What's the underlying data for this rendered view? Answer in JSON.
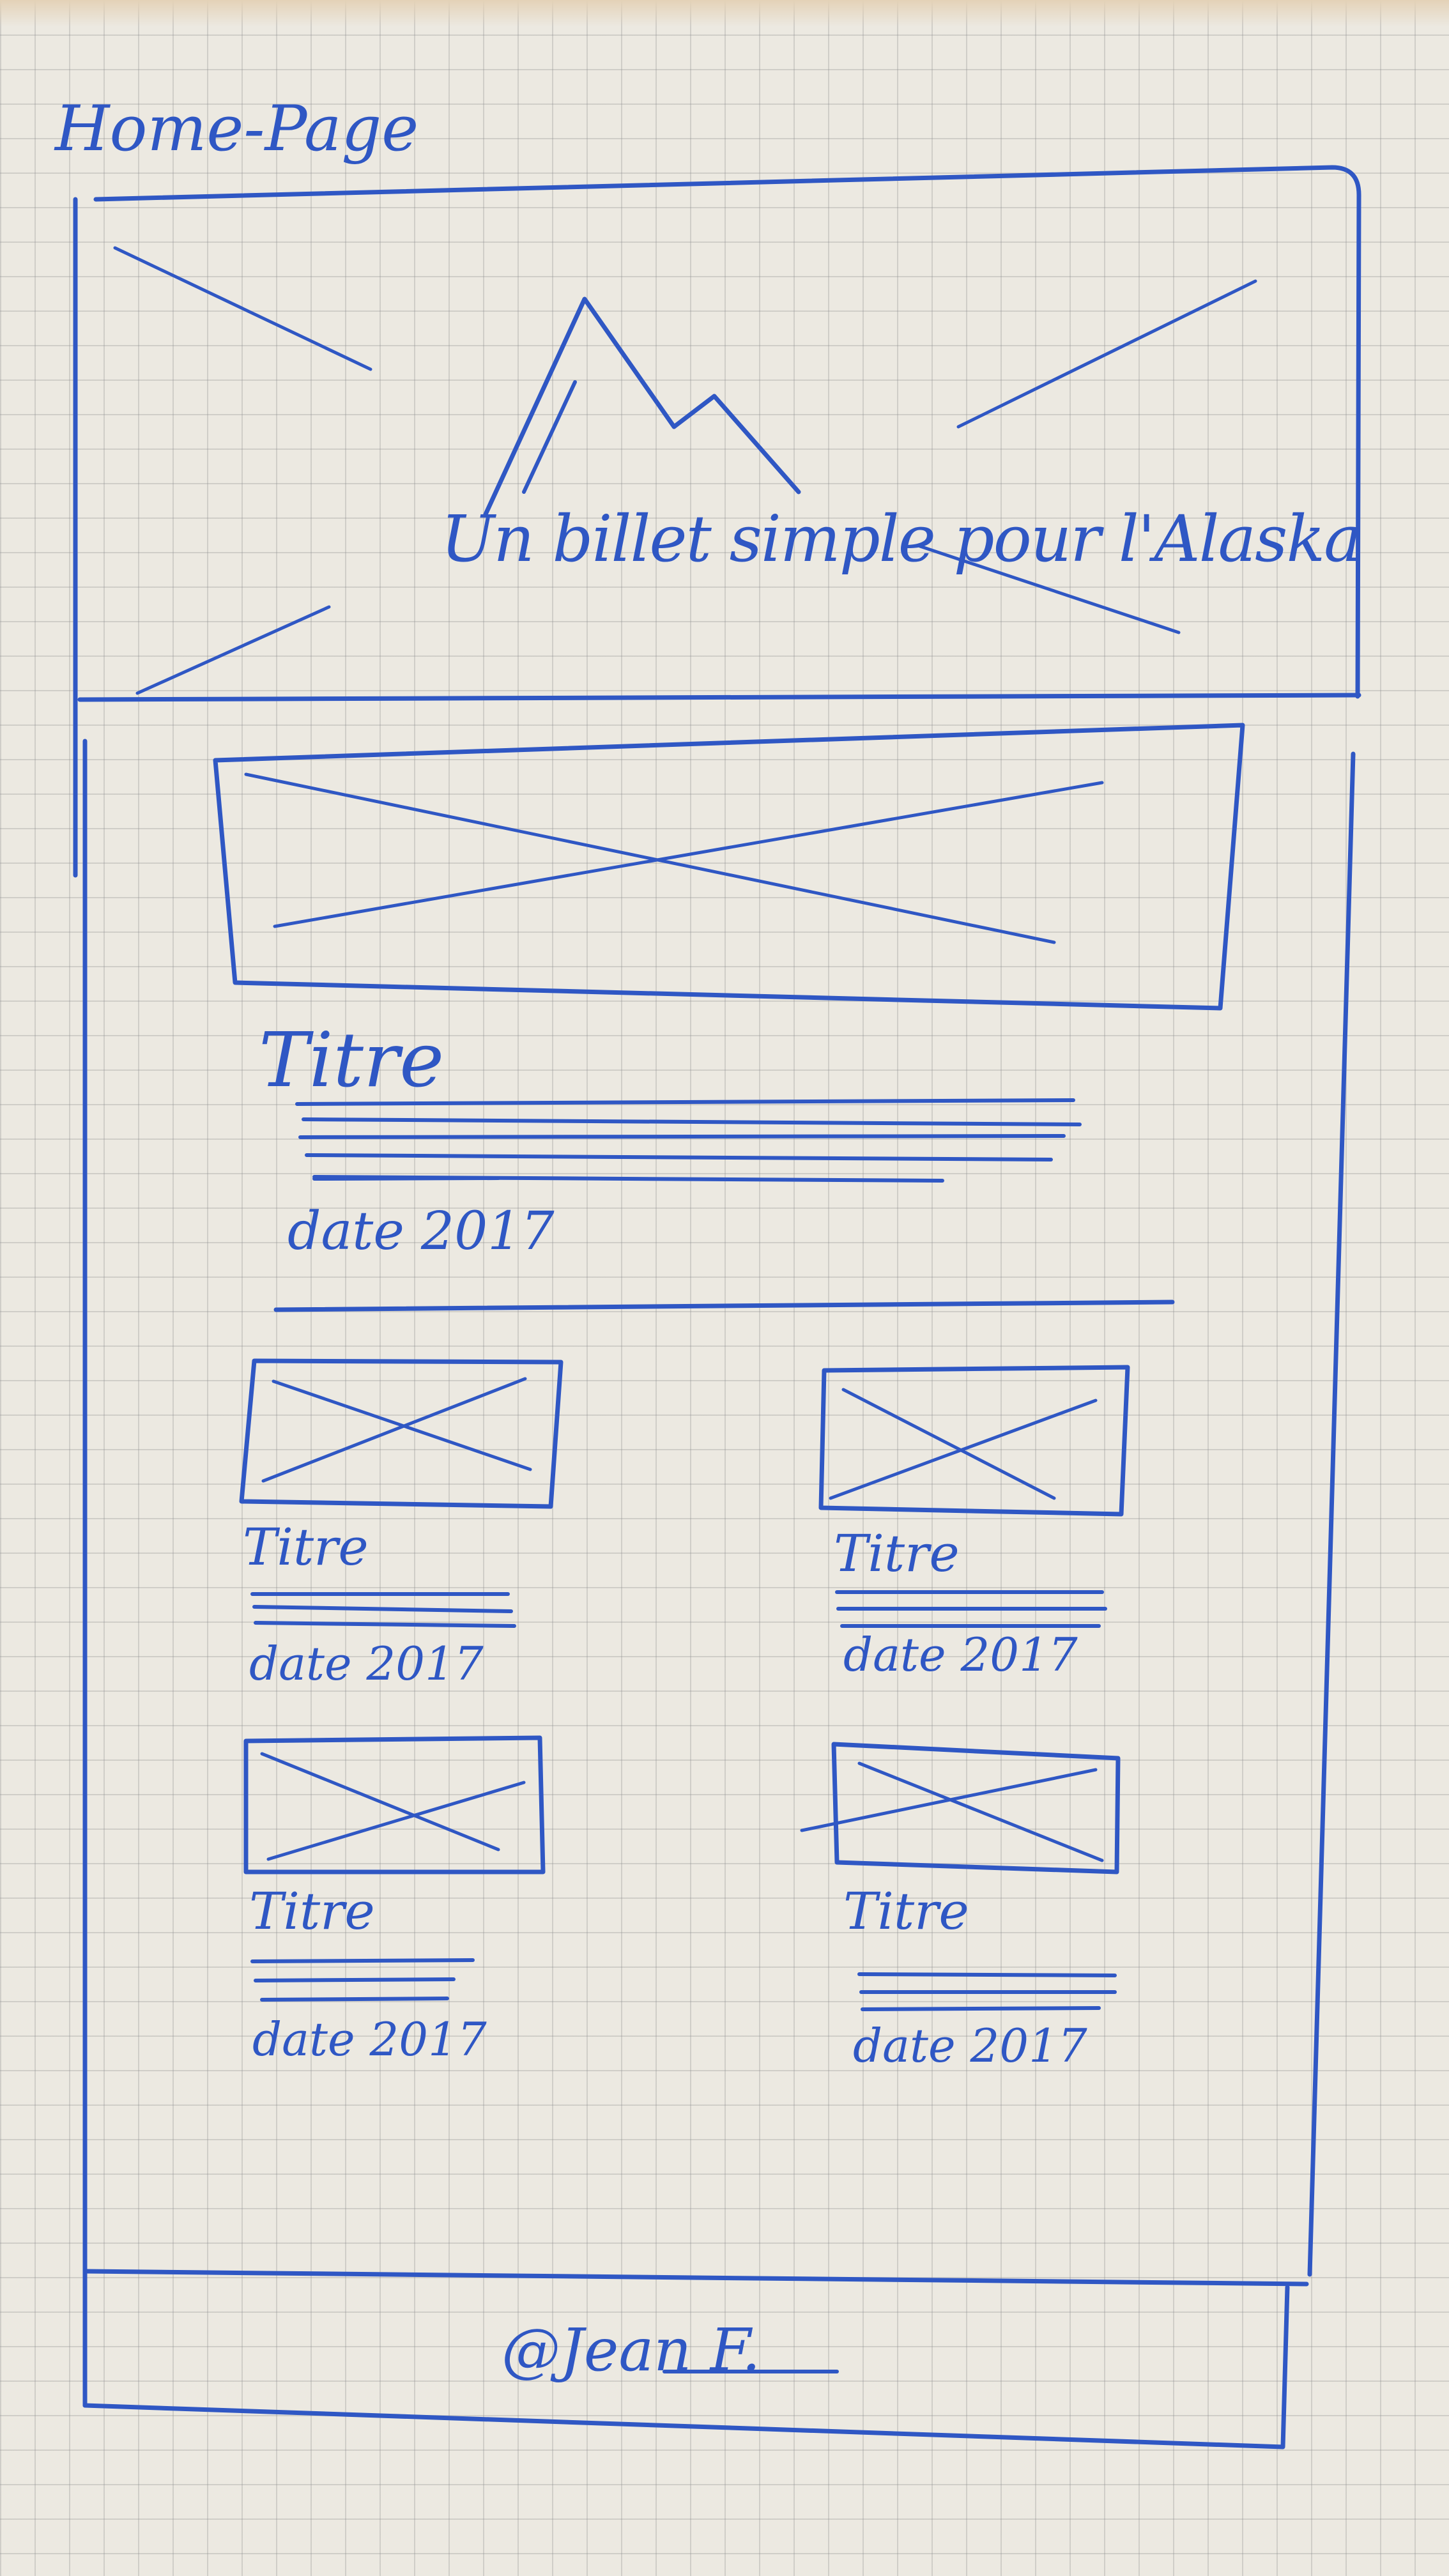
{
  "page_label": "Home-Page",
  "header": {
    "title": "Un billet simple pour l'Alaska"
  },
  "featured": {
    "title": "Titre",
    "date": "date 2017"
  },
  "cards": [
    {
      "title": "Titre",
      "date": "date 2017"
    },
    {
      "title": "Titre",
      "date": "date 2017"
    },
    {
      "title": "Titre",
      "date": "date 2017"
    },
    {
      "title": "Titre",
      "date": "date 2017"
    }
  ],
  "footer": {
    "handle": "@Jean F."
  },
  "colors": {
    "ink": "#2f57c4",
    "paper": "#ece9e1",
    "grid": "#b4b4b4"
  }
}
